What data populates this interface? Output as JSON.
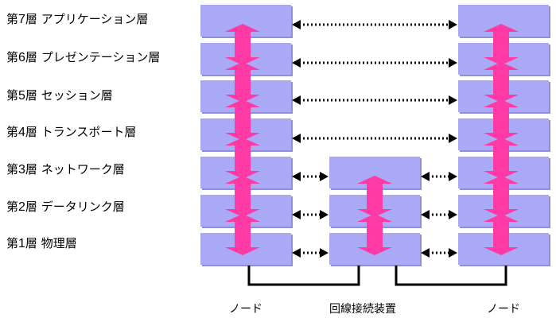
{
  "layers": [
    {
      "prefix": "第",
      "num": "7",
      "suffix": "層 アプリケーション層"
    },
    {
      "prefix": "第",
      "num": "6",
      "suffix": "層 プレゼンテーション層"
    },
    {
      "prefix": "第",
      "num": "5",
      "suffix": "層 セッション層"
    },
    {
      "prefix": "第",
      "num": "4",
      "suffix": "層 トランスポート層"
    },
    {
      "prefix": "第",
      "num": "3",
      "suffix": "層 ネットワーク層"
    },
    {
      "prefix": "第",
      "num": "2",
      "suffix": "層 データリンク層"
    },
    {
      "prefix": "第",
      "num": "1",
      "suffix": "層 物理層"
    }
  ],
  "nodes": {
    "left": "ノード",
    "middle": "回線接続装置",
    "right": "ノード"
  },
  "colors": {
    "box_fill": "#a9a9f5",
    "box_shadow": "#8f8fd6",
    "arrow_fill": "#ff3aa5",
    "line": "#000000"
  }
}
